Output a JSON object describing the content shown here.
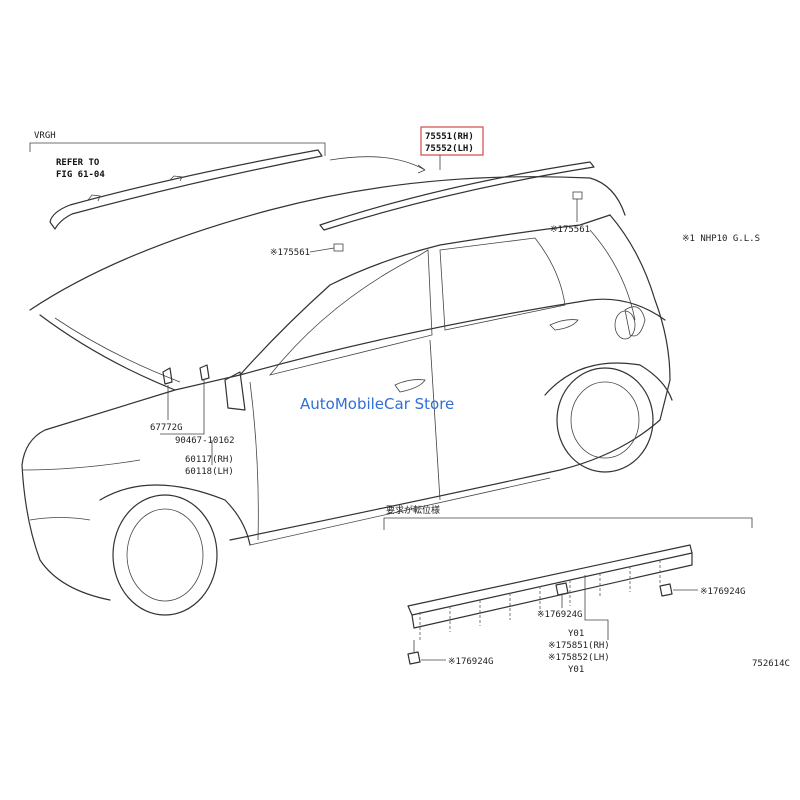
{
  "labels": {
    "group_left": "VRGH",
    "refer_to_1": "REFER TO",
    "refer_to_2": "FIG 61-04",
    "rail_rh": "75551(RH)",
    "rail_lh": "75552(LH)",
    "clip_right": "※175561",
    "note_right": "※1 NHP10 G.L.S",
    "clip_left": "※175561",
    "part_67772g": "67772G",
    "part_90467": "90467-10162",
    "part_60117": "60117(RH)",
    "part_60118": "60118(LH)",
    "rocker_header": "要求が転位様",
    "clip_a": "※176924G",
    "clip_b": "※176924G",
    "clip_c": "※176924G",
    "y01_a": "Y01",
    "rocker_rh": "※175851(RH)",
    "rocker_lh": "※175852(LH)",
    "y01_b": "Y01",
    "fig_code": "752614C"
  },
  "watermark": "AutoMobileCar Store",
  "colors": {
    "line": "#333333",
    "watermark": "#2f6fd6",
    "highlight_box": "#d04a4a"
  }
}
